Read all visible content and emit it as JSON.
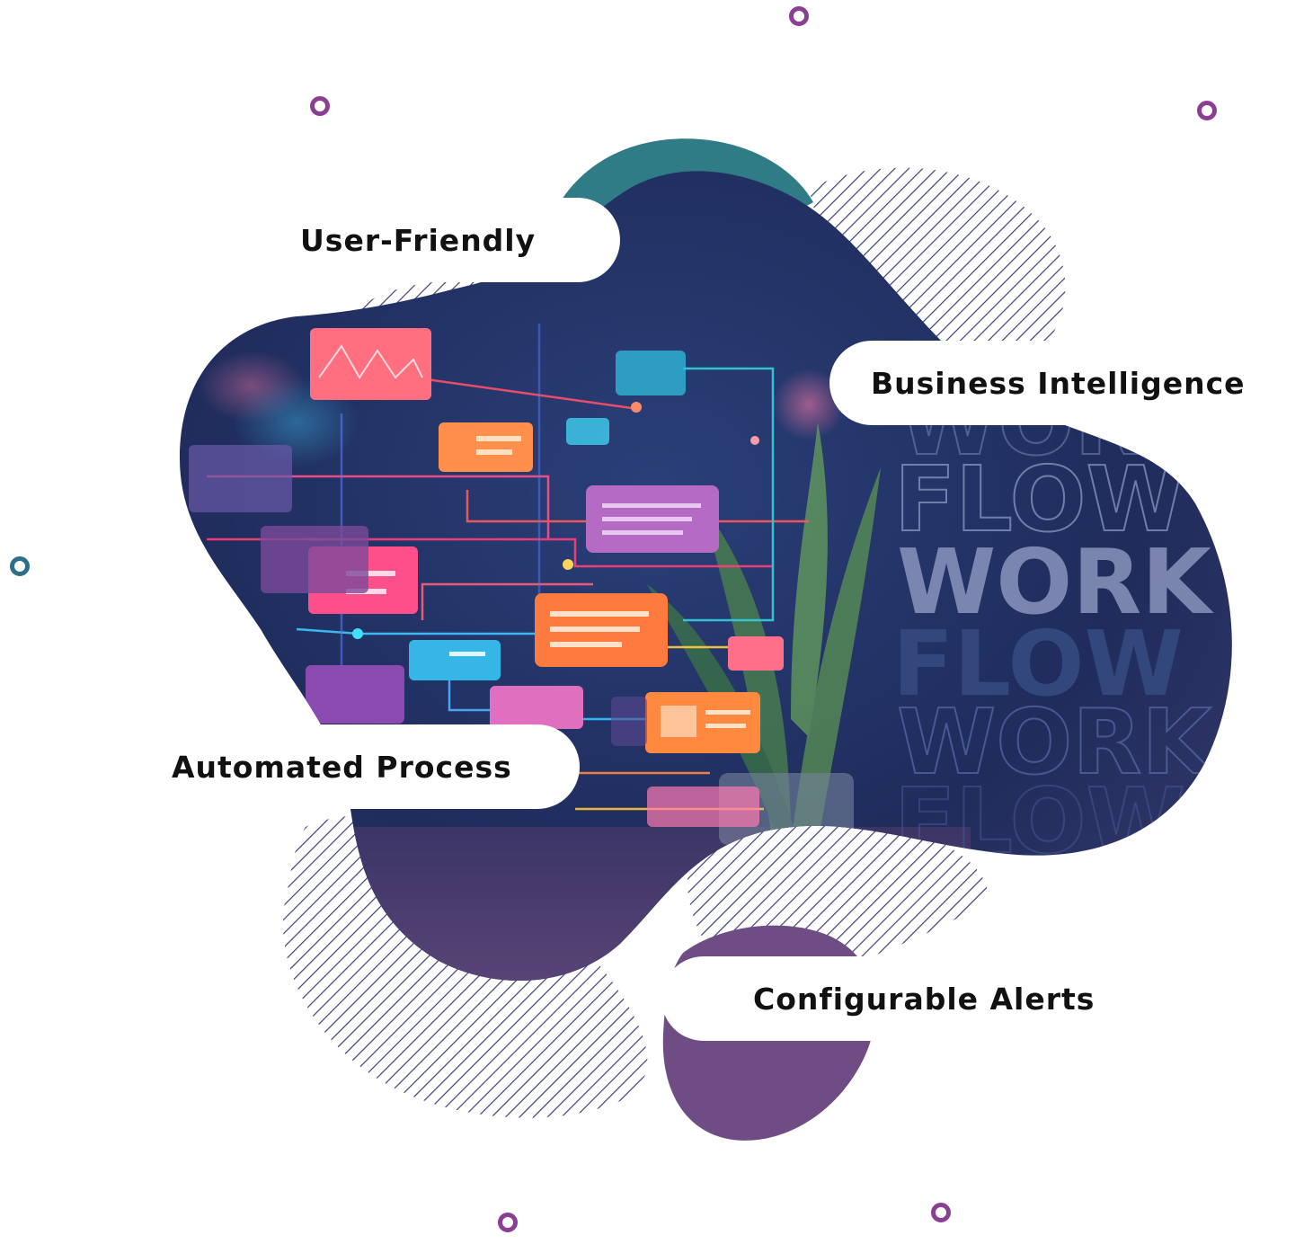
{
  "features": {
    "user_friendly": "User-Friendly",
    "business_intelligence": "Business Intelligence",
    "automated_process": "Automated Process",
    "configurable_alerts": "Configurable Alerts"
  },
  "illustration": {
    "word_work": "WORK",
    "word_flow": "FLOW"
  },
  "colors": {
    "teal": "#2f7b86",
    "purple": "#704c84",
    "dot_purple": "#8b3f92",
    "dot_teal": "#2e6f88",
    "stripe": "#3d3f78"
  }
}
